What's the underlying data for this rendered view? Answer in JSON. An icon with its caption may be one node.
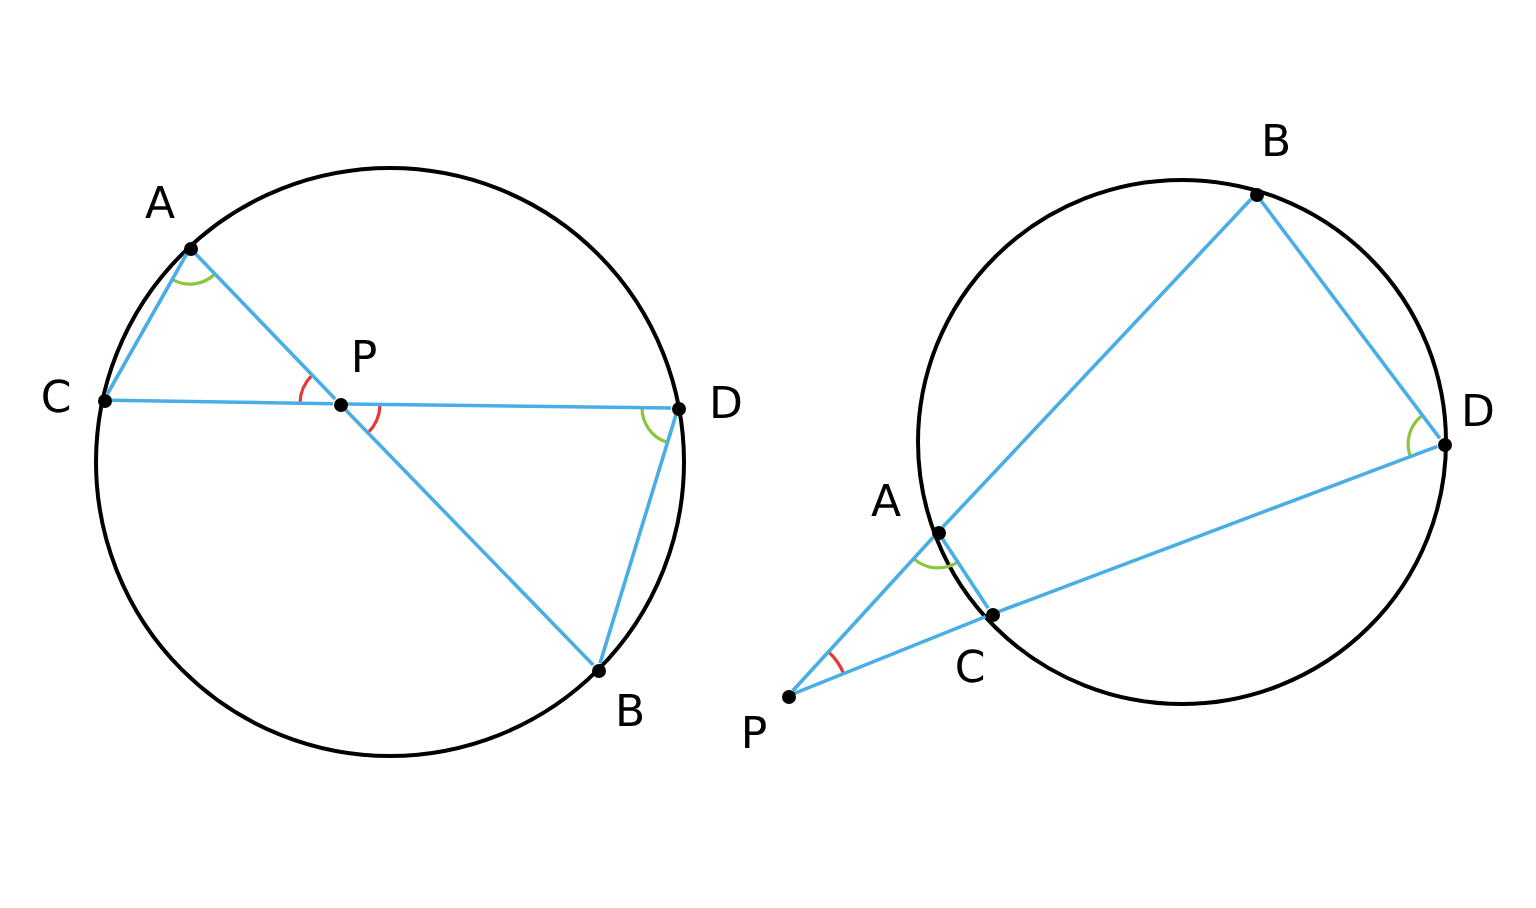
{
  "diagram": {
    "nodes": [
      {
        "text": [],
        "shape": "circle",
        "beside": [
          "A"
        ]
      },
      {
        "text": [],
        "shape": "circle",
        "beside": [
          "C"
        ]
      },
      {
        "text": [],
        "shape": "circle",
        "beside": [
          "P"
        ]
      },
      {
        "text": [],
        "shape": "circle",
        "beside": [
          "D"
        ]
      },
      {
        "text": [],
        "shape": "circle",
        "beside": [
          "B"
        ]
      },
      {
        "text": [],
        "shape": "circle",
        "beside": [
          "B"
        ]
      },
      {
        "text": [],
        "shape": "circle",
        "beside": [
          "D"
        ]
      },
      {
        "text": [],
        "shape": "circle",
        "beside": [
          "A"
        ]
      },
      {
        "text": [],
        "shape": "circle",
        "beside": [
          "C"
        ]
      },
      {
        "text": [],
        "shape": "circle",
        "beside": [
          "P"
        ]
      }
    ],
    "edges": [
      {
        "from": 0,
        "to": 1,
        "arrow": "none"
      },
      {
        "from": 0,
        "to": 2,
        "arrow": "none"
      },
      {
        "from": 2,
        "to": 4,
        "arrow": "none"
      },
      {
        "from": 1,
        "to": 2,
        "arrow": "none"
      },
      {
        "from": 2,
        "to": 3,
        "arrow": "none"
      },
      {
        "from": 3,
        "to": 4,
        "arrow": "none"
      },
      {
        "from": 9,
        "to": 7,
        "arrow": "none"
      },
      {
        "from": 7,
        "to": 5,
        "arrow": "none"
      },
      {
        "from": 5,
        "to": 6,
        "arrow": "none"
      },
      {
        "from": 6,
        "to": 8,
        "arrow": "none"
      },
      {
        "from": 8,
        "to": 9,
        "arrow": "none"
      },
      {
        "from": 7,
        "to": 8,
        "arrow": "none"
      }
    ]
  }
}
